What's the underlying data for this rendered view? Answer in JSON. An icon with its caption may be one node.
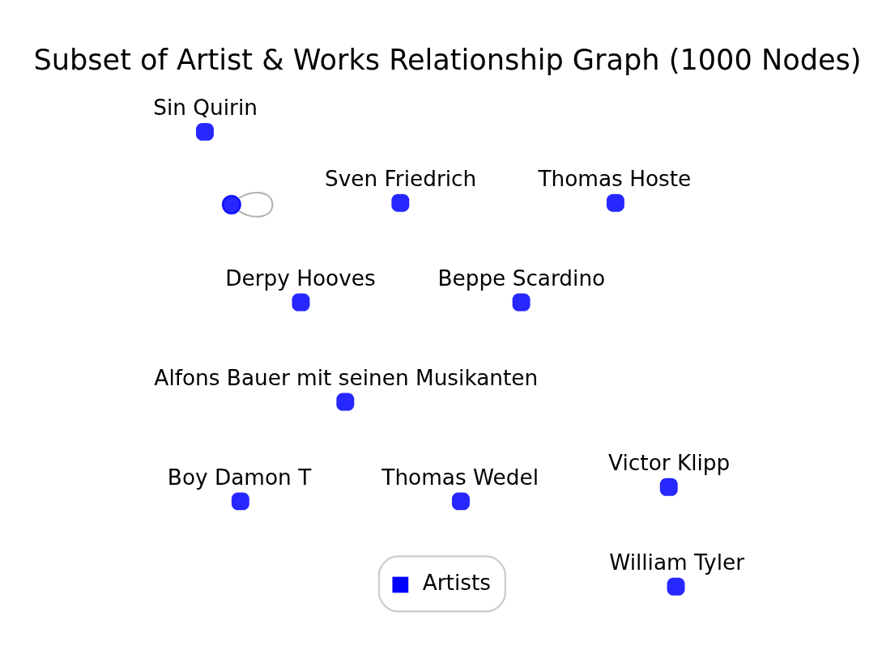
{
  "diagram": {
    "title": "Subset of Artist & Works Relationship Graph (1000 Nodes)",
    "nodes": [
      {
        "text": [
          "Victor Klipp"
        ]
      },
      {
        "text": [
          "Sven Friedrich"
        ]
      },
      {
        "text": [
          "Beppe Scardino"
        ]
      },
      {
        "text": [
          "William Tyler"
        ]
      },
      {
        "text": [
          "Thomas Wedel"
        ]
      },
      {
        "text": [
          "Derpy Hooves"
        ]
      },
      {
        "text": [],
        "shape": "circle"
      },
      {
        "text": [
          "Boy Damon T"
        ]
      },
      {
        "text": [
          "Sin Quirin"
        ]
      },
      {
        "text": [
          "Alfons Bauer mit seinen Musikanten"
        ]
      },
      {
        "text": [
          "Thomas Hoste"
        ]
      }
    ],
    "edges": [
      {
        "from": 6,
        "to": 6,
        "arrow": "none"
      }
    ],
    "legend": [
      {
        "text": "Artists",
        "color": "#0000ff"
      }
    ]
  }
}
